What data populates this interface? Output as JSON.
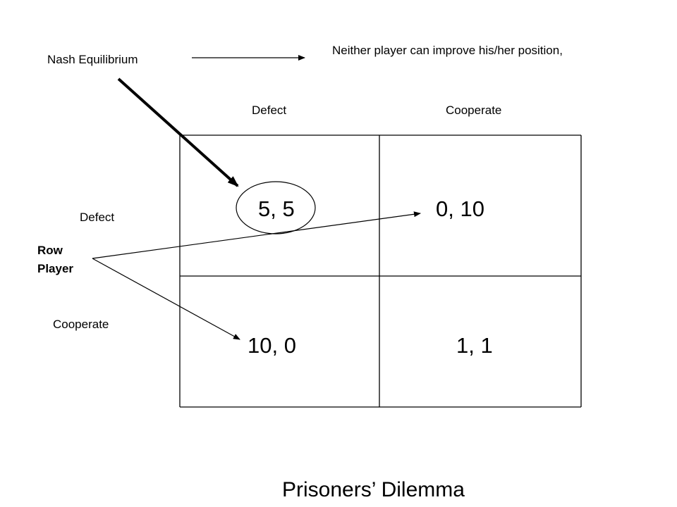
{
  "annotations": {
    "nash_label": "Nash Equilibrium",
    "nash_description": "Neither player can improve his/her position,"
  },
  "columns": {
    "defect_label": "Defect",
    "cooperate_label": "Cooperate"
  },
  "rows": {
    "defect_label": "Defect",
    "cooperate_label": "Cooperate",
    "player_line1": "Row",
    "player_line2": "Player"
  },
  "payoffs": {
    "defect_defect": "5, 5",
    "defect_cooperate": "0, 10",
    "cooperate_defect": "10, 0",
    "cooperate_cooperate": "1, 1"
  },
  "title": "Prisoners’ Dilemma",
  "colors": {
    "ink": "#000000",
    "background": "#ffffff"
  }
}
